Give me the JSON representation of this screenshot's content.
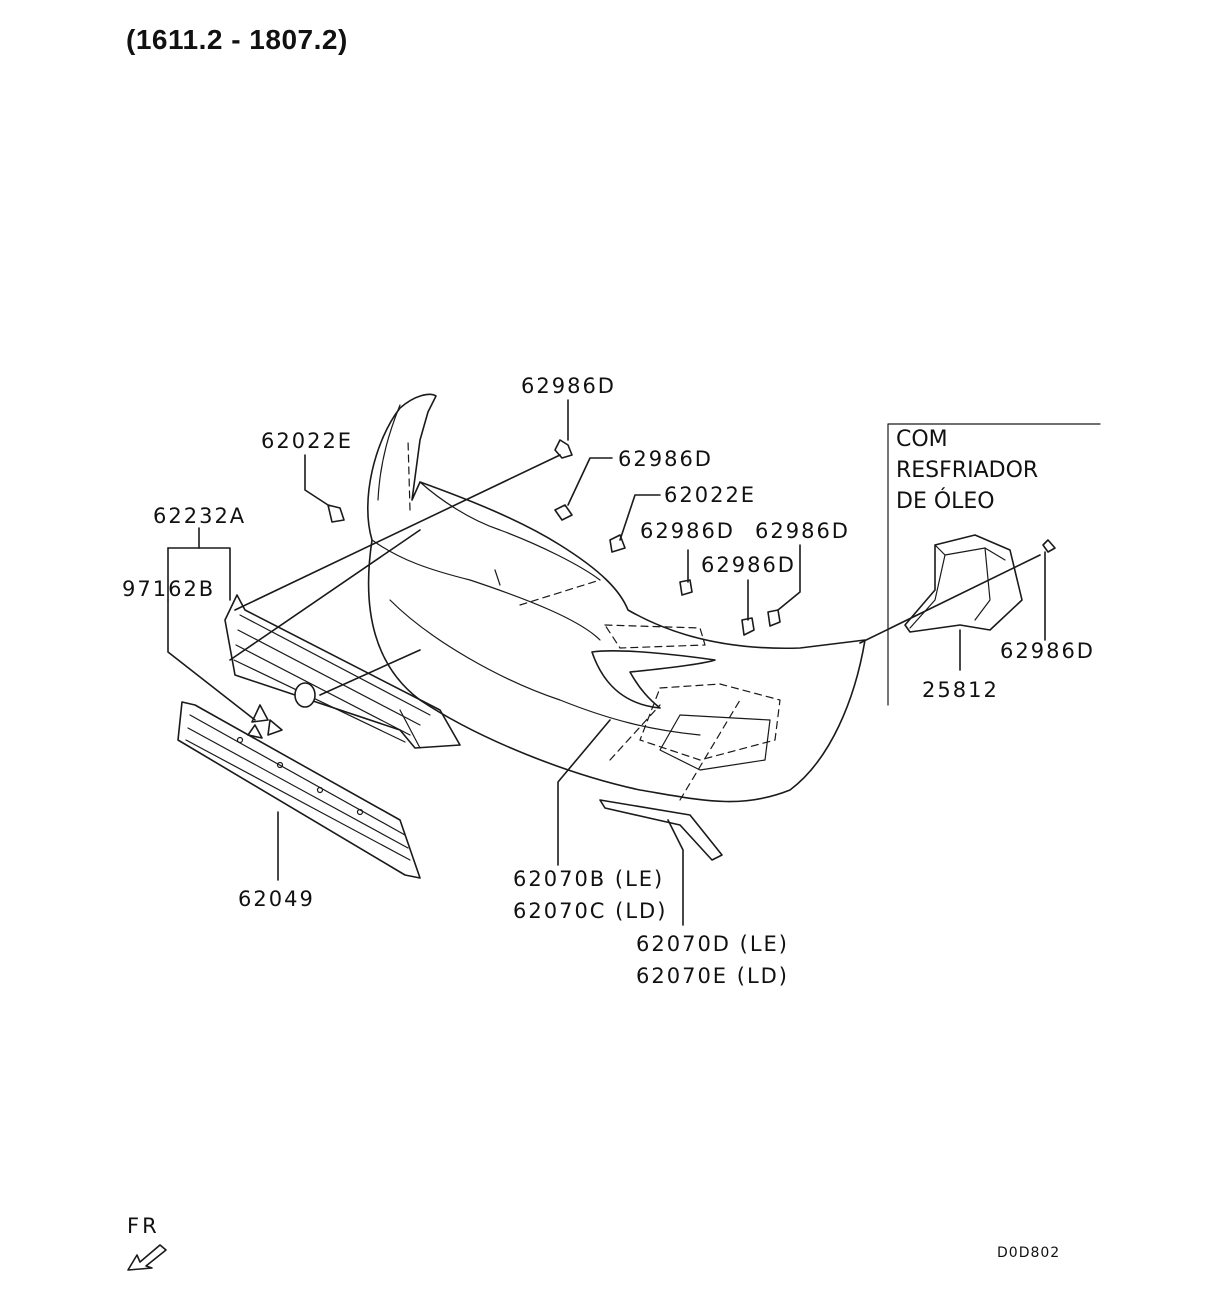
{
  "title": "(1611.2 - 1807.2)",
  "labels": {
    "p62986D_top": "62986D",
    "p62022E_left": "62022E",
    "p62986D_mid": "62986D",
    "p62022E_right": "62022E",
    "p62986D_a": "62986D",
    "p62986D_b": "62986D",
    "p62986D_c": "62986D",
    "p62232A": "62232A",
    "p97162B": "97162B",
    "p62049": "62049",
    "p62070B": "62070B (LE)",
    "p62070C": "62070C (LD)",
    "p62070D": "62070D (LE)",
    "p62070E": "62070E (LD)",
    "p62986D_inset": "62986D",
    "p25812": "25812"
  },
  "inset_note": {
    "line1": "COM",
    "line2": "RESFRIADOR",
    "line3": "DE ÓLEO"
  },
  "direction_label": "FR",
  "diagram_code": "D0D802"
}
